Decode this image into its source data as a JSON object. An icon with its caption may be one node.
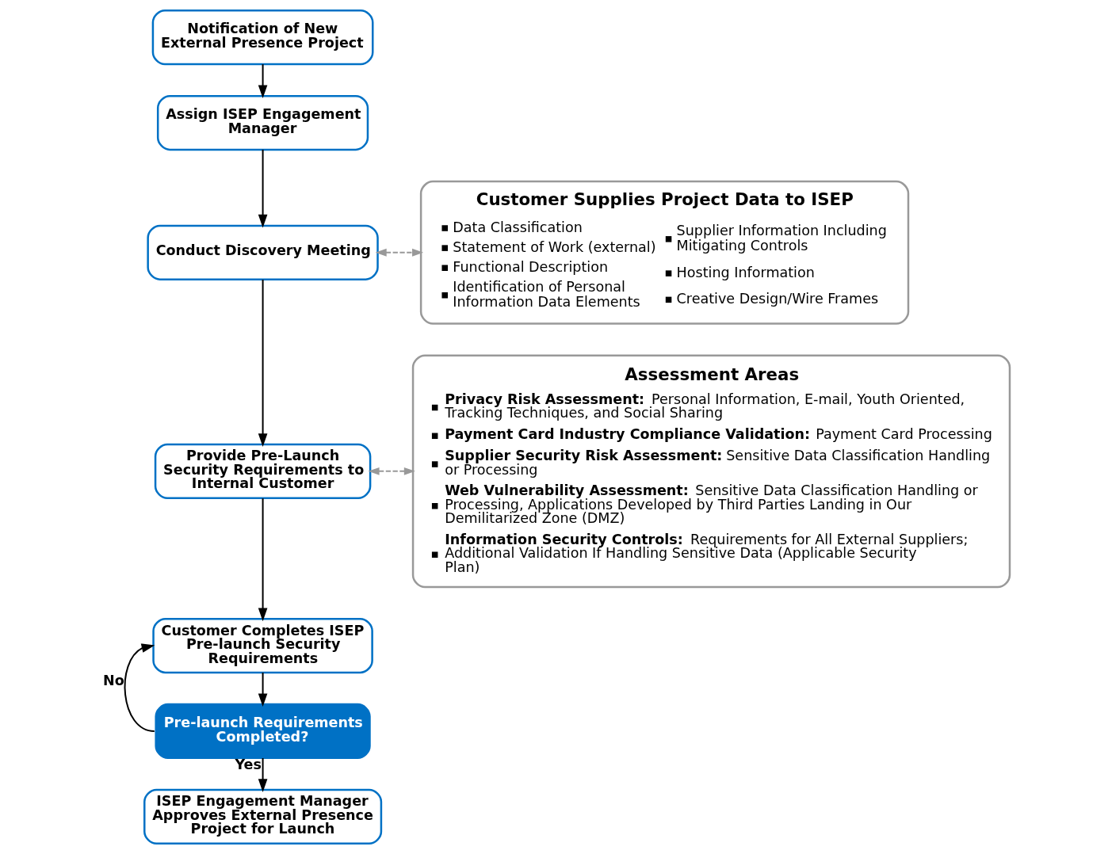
{
  "diagram": {
    "nodes": [
      {
        "text": [
          "Notification of New External Presence Project"
        ]
      },
      {
        "text": [
          "Assign ISEP Engagement Manager"
        ]
      },
      {
        "text": [
          "Conduct Discovery Meeting"
        ]
      },
      {
        "text": [
          "Provide Pre-Launch Security Requirements to Internal Customer"
        ]
      },
      {
        "text": [
          "Customer Completes ISEP Pre-launch Security Requirements"
        ]
      },
      {
        "text": [
          "Pre-launch Requirements Completed?"
        ]
      },
      {
        "text": [
          "ISEP Engagement Manager Approves External Presence Project for Launch"
        ]
      },
      {
        "text": [
          "Customer Supplies Project Data to ISEP",
          "Data Classification",
          "Statement of Work (external)",
          "Functional Description",
          "Identification of Personal Information Data Elements",
          "Supplier Information Including Mitigating Controls",
          "Hosting Information",
          "Creative Design/Wire Frames"
        ]
      },
      {
        "text": [
          "Assessment Areas",
          "**Privacy Risk Assessment:** Personal Information, E-mail, Youth Oriented, Tracking Techniques, and Social Sharing",
          "**Payment Card Industry Compliance Validation:** Payment Card Processing",
          "**Supplier Security Risk Assessment:** Sensitive Data Classification Handling or Processing",
          "**Web Vulnerability Assessment:** Sensitive Data Classification Handling or Processing, Applications Developed by Third Parties Landing in Our Demilitarized Zone (DMZ)",
          "**Information Security Controls:** Requirements for All External Suppliers; Additional Validation If Handling Sensitive Data (Applicable Security Plan)"
        ]
      }
    ],
    "edges": [
      {
        "from": 0,
        "to": 1,
        "arrow": "to"
      },
      {
        "from": 1,
        "to": 2,
        "arrow": "to"
      },
      {
        "from": 2,
        "to": 3,
        "arrow": "to"
      },
      {
        "from": 3,
        "to": 4,
        "arrow": "to"
      },
      {
        "from": 4,
        "to": 5,
        "arrow": "to"
      },
      {
        "from": 5,
        "to": 6,
        "arrow": "to",
        "label": "Yes"
      },
      {
        "from": 5,
        "to": 4,
        "arrow": "to",
        "label": "No"
      },
      {
        "from": 2,
        "to": 7,
        "arrow": "both",
        "style": "dashed",
        "color": "#999999"
      },
      {
        "from": 3,
        "to": 8,
        "arrow": "both",
        "style": "dashed",
        "color": "#999999"
      }
    ]
  }
}
